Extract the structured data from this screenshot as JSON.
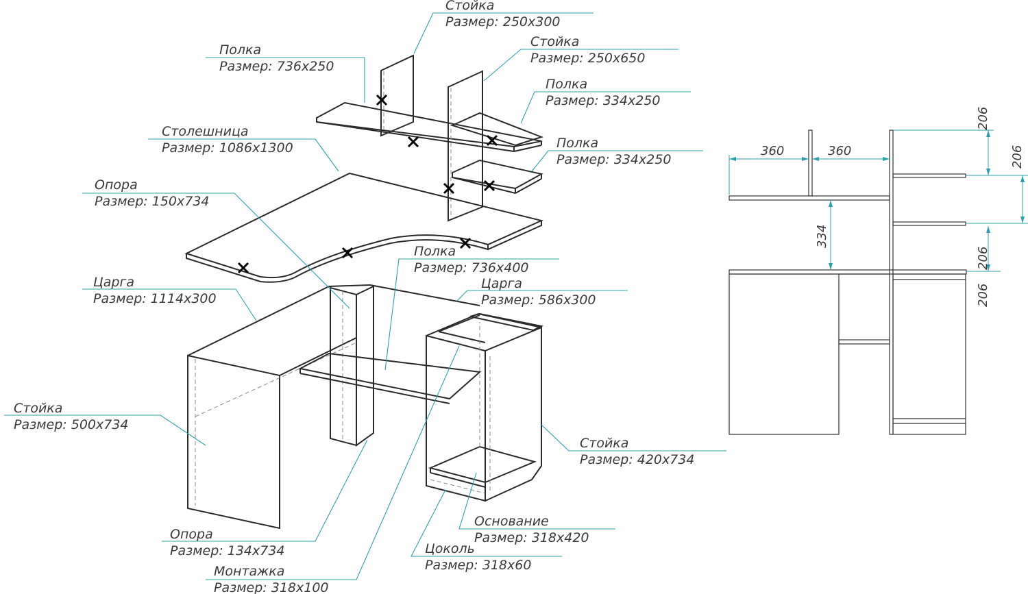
{
  "parts": [
    {
      "id": "stoika-top",
      "name": "Стойка",
      "size": "Размер:  250x300"
    },
    {
      "id": "polka-top",
      "name": "Полка",
      "size": "Размер:  736x250"
    },
    {
      "id": "stoika-mid",
      "name": "Стойка",
      "size": "Размер:  250x650"
    },
    {
      "id": "polka-r1",
      "name": "Полка",
      "size": "Размер:  334x250"
    },
    {
      "id": "stoleshnica",
      "name": "Столешница",
      "size": "Размер:  1086x1300"
    },
    {
      "id": "polka-r2",
      "name": "Полка",
      "size": "Размер:  334x250"
    },
    {
      "id": "opora-1",
      "name": "Опора",
      "size": "Размер:  150x734"
    },
    {
      "id": "polka-low",
      "name": "Полка",
      "size": "Размер:  736x400"
    },
    {
      "id": "carga-1",
      "name": "Царга",
      "size": "Размер:  1114x300"
    },
    {
      "id": "carga-2",
      "name": "Царга",
      "size": "Размер:  586x300"
    },
    {
      "id": "stoika-left",
      "name": "Стойка",
      "size": "Размер:  500x734"
    },
    {
      "id": "stoika-right",
      "name": "Стойка",
      "size": "Размер:  420x734"
    },
    {
      "id": "osnovanie",
      "name": "Основание",
      "size": "Размер:  318x420"
    },
    {
      "id": "opora-2",
      "name": "Опора",
      "size": "Размер:  134x734"
    },
    {
      "id": "cokol",
      "name": "Цоколь",
      "size": "Размер:  318x60"
    },
    {
      "id": "montazhka",
      "name": "Монтажка",
      "size": "Размер:  318x100"
    }
  ],
  "dimensions": {
    "left_width": "360",
    "right_width": "360",
    "vertical_gap": "334",
    "shelf_1": "206",
    "shelf_2": "206",
    "shelf_3": "206",
    "shelf_4": "206"
  }
}
